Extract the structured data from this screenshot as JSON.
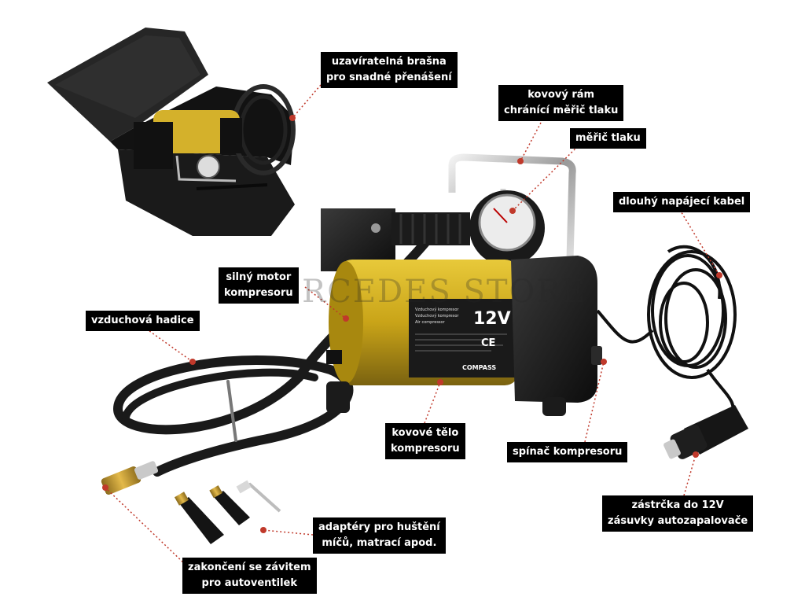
{
  "labels": {
    "bag": [
      "uzavíratelná brašna",
      "pro snadné přenášení"
    ],
    "frame": [
      "kovový rám",
      "chránící měřič tlaku"
    ],
    "gauge": [
      "měřič tlaku"
    ],
    "cable": [
      "dlouhý napájecí kabel"
    ],
    "motor": [
      "silný motor",
      "kompresoru"
    ],
    "hose": [
      "vzduchová hadice"
    ],
    "body": [
      "kovové tělo",
      "kompresoru"
    ],
    "switch": [
      "spínač kompresoru"
    ],
    "plug": [
      "zástrčka do 12V",
      "zásuvky autozapalovače"
    ],
    "adapters": [
      "adaptéry pro huštění",
      "míčů, matrací apod."
    ],
    "thread": [
      "zakončení se závitem",
      "pro autoventilek"
    ]
  },
  "product": {
    "voltage": "12V",
    "brand": "COMPASS",
    "panel_lines": [
      "Vzduchový kompresor",
      "Vzduchový kompresor",
      "Air compressor"
    ],
    "ce": "CE"
  },
  "watermark": "MERCEDES STORE",
  "colors": {
    "callout_bg": "#000000",
    "callout_text": "#ffffff",
    "leader": "#c0392b",
    "body_yellow": "#c9a418",
    "housing_black": "#151515"
  }
}
